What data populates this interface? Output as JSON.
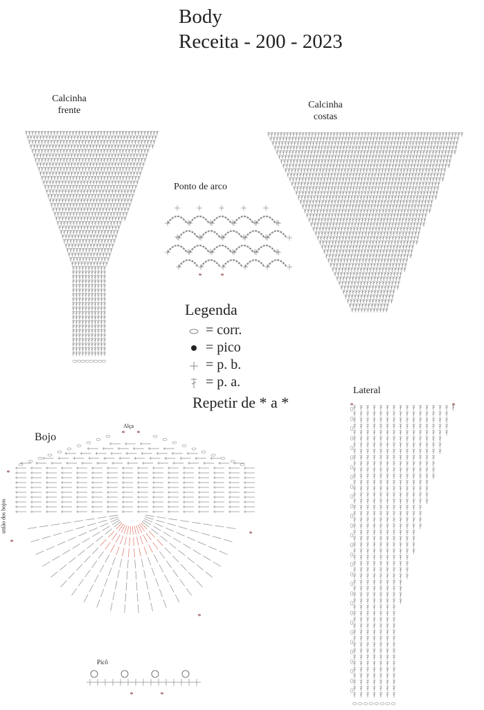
{
  "title": "Body",
  "subtitle": "Receita - 200 - 2023",
  "sections": {
    "frente": [
      "Calcinha",
      "frente"
    ],
    "costas": [
      "Calcinha",
      "costas"
    ],
    "arco": "Ponto de arco",
    "lateral": "Lateral",
    "bojo": "Bojo",
    "alca": "Alça",
    "uniao": "união dos bojos",
    "pico": "Picô"
  },
  "legend": {
    "title": "Legenda",
    "items": [
      {
        "icon": "chain-oval-icon",
        "label": "= corr."
      },
      {
        "icon": "picot-dot-icon",
        "label": "= pico"
      },
      {
        "icon": "single-crochet-cross-icon",
        "label": "= p. b."
      },
      {
        "icon": "double-crochet-icon",
        "label": "= p. a."
      }
    ],
    "repeat": "Repetir de * a *"
  },
  "colors": {
    "stitch": "#8a8a8a",
    "highlight": "#e07060",
    "marker": "#7a2a2a"
  }
}
